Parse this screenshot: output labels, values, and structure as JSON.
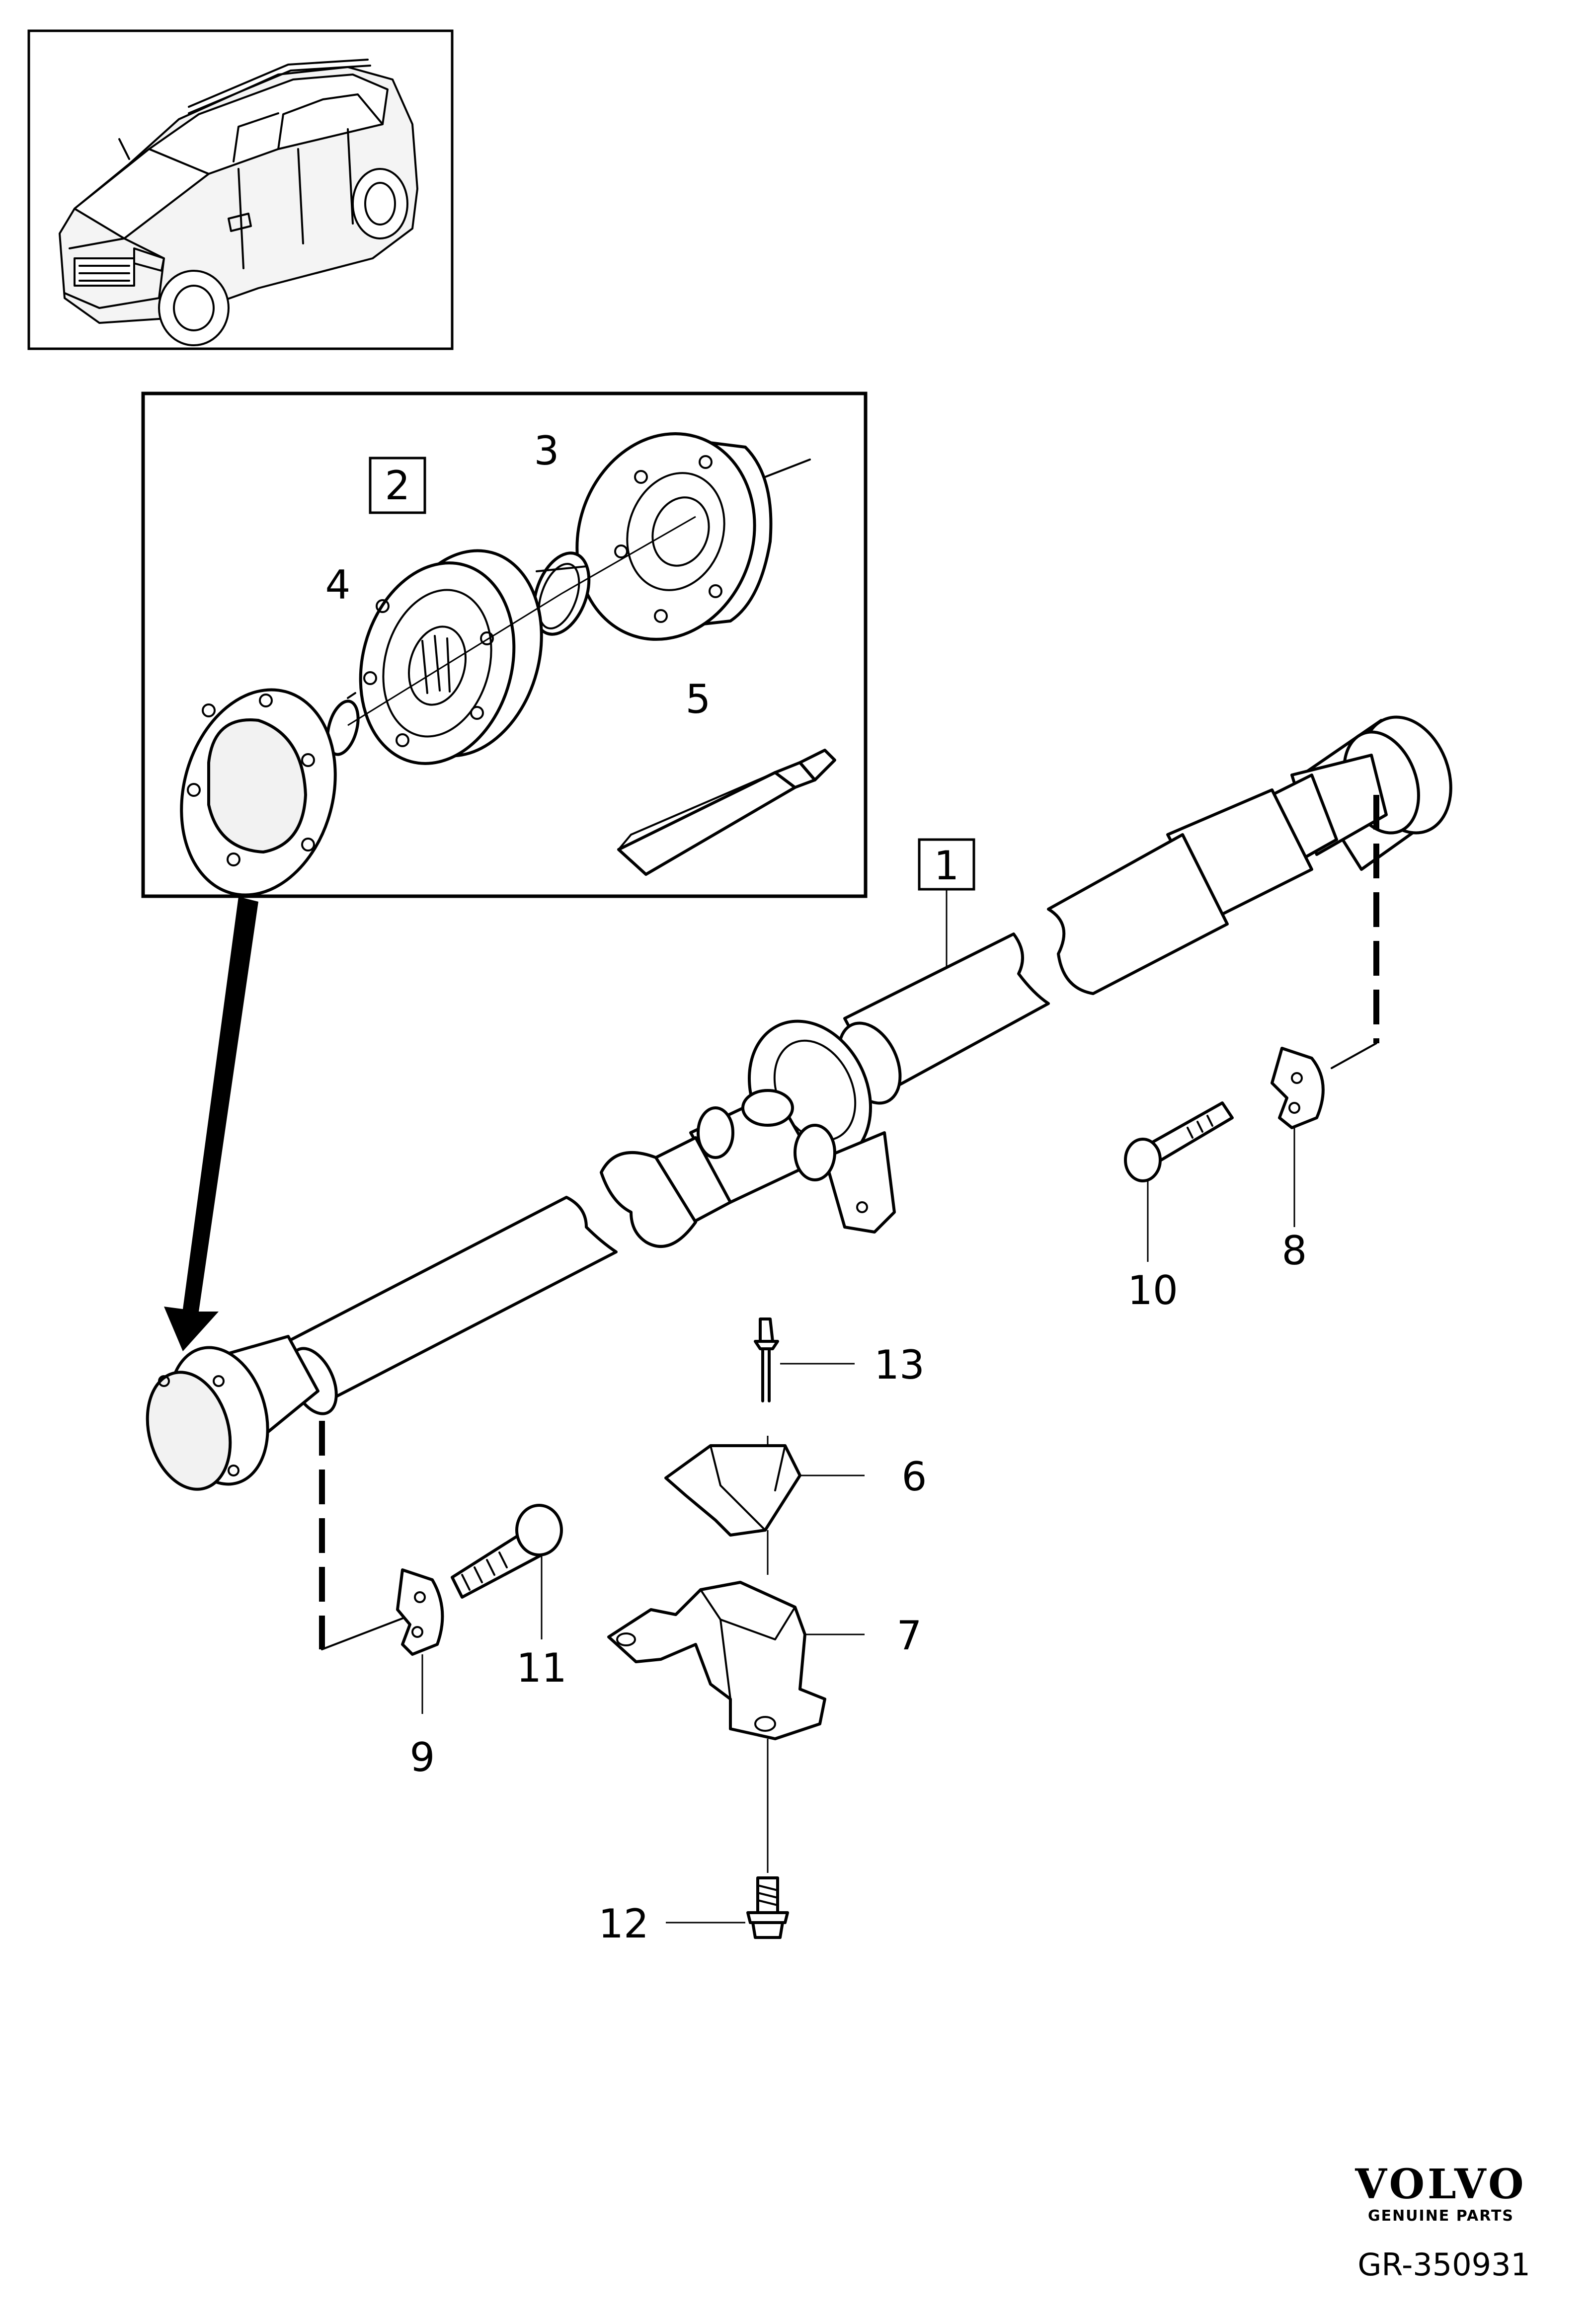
{
  "callouts": {
    "c1": "1",
    "c2": "2",
    "c3": "3",
    "c4": "4",
    "c5": "5",
    "c6": "6",
    "c7": "7",
    "c8": "8",
    "c9": "9",
    "c10": "10",
    "c11": "11",
    "c12": "12",
    "c13": "13"
  },
  "brand": {
    "name": "VOLVO",
    "tagline": "GENUINE PARTS"
  },
  "reference": "GR-350931",
  "icons": {
    "vehicle": "suv-vehicle-icon",
    "assembly": "propeller-shaft-assembly",
    "joint": "cv-joint-exploded"
  }
}
